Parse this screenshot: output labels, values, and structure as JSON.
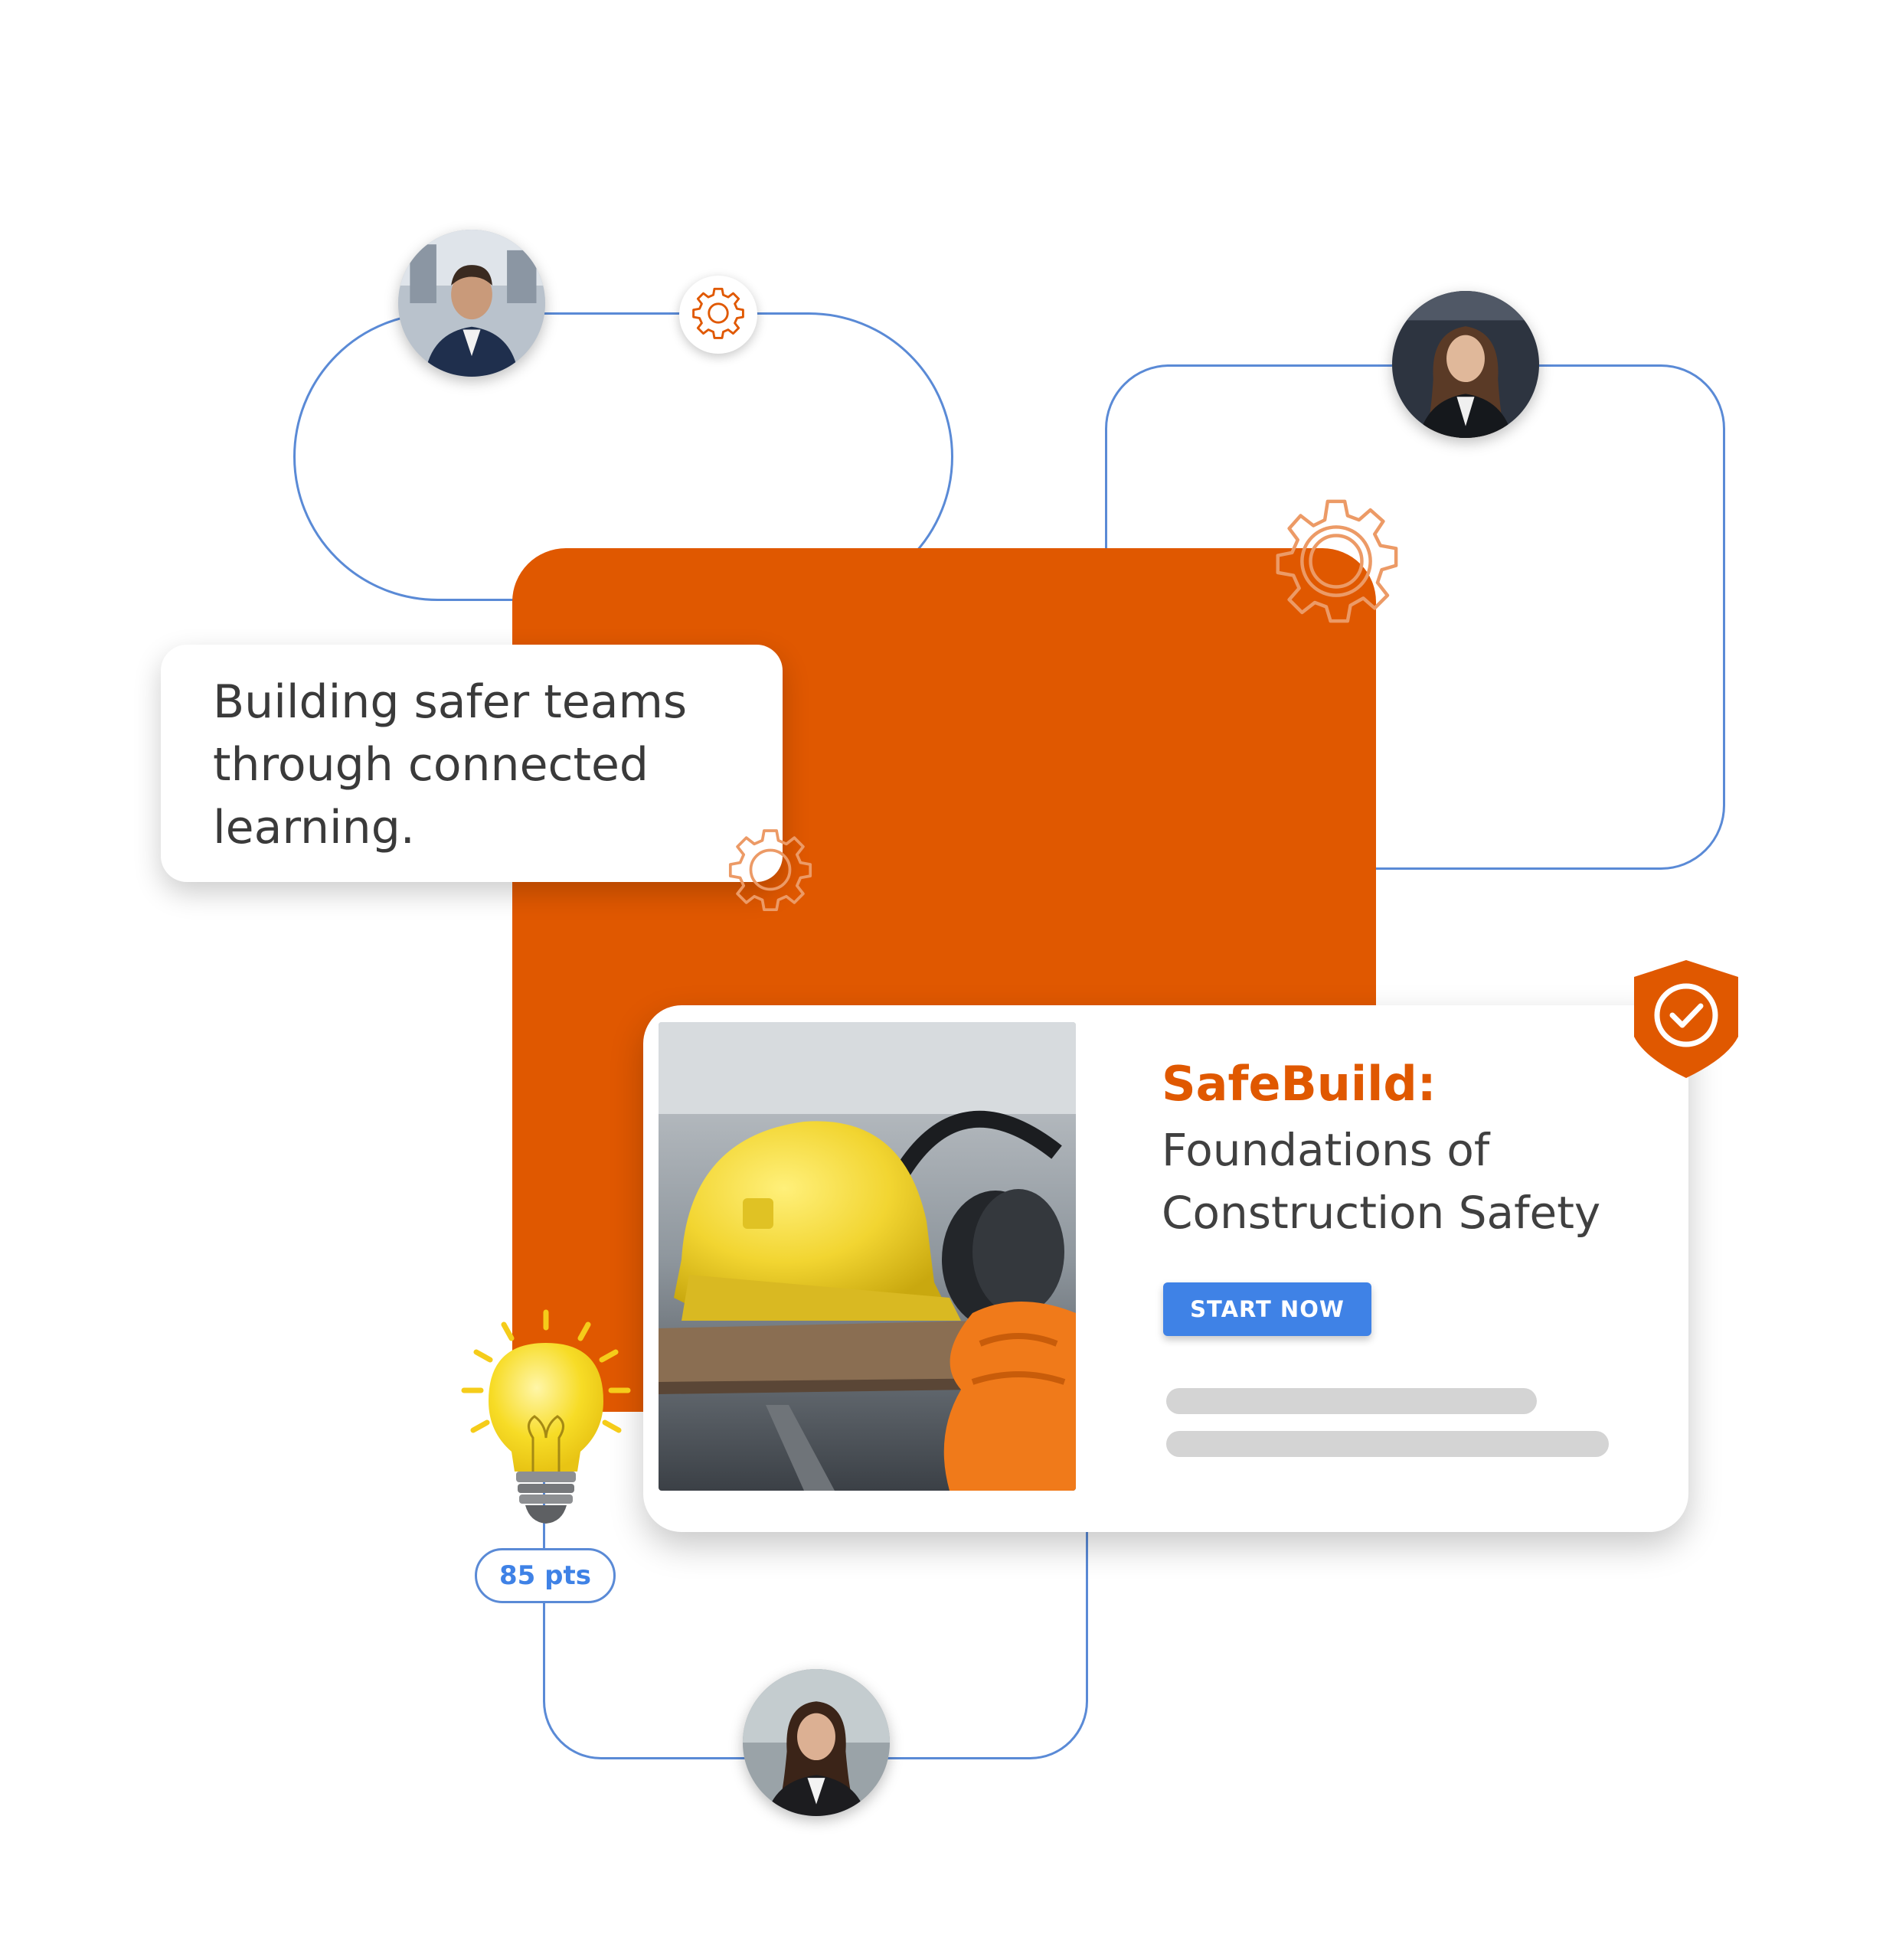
{
  "tagline": {
    "text": "Building safer teams through connected learning."
  },
  "course": {
    "brand": "SafeBuild:",
    "title": "Foundations of Construction Safety",
    "cta_label": "START NOW"
  },
  "points_badge": {
    "label": "85 pts"
  },
  "colors": {
    "accent_orange": "#e05800",
    "connector_blue": "#5a8ad6",
    "button_blue": "#3f82e6",
    "skeleton_gray": "#d4d4d4"
  },
  "icons": [
    "gear-icon",
    "shield-check-icon",
    "lightbulb-icon"
  ]
}
